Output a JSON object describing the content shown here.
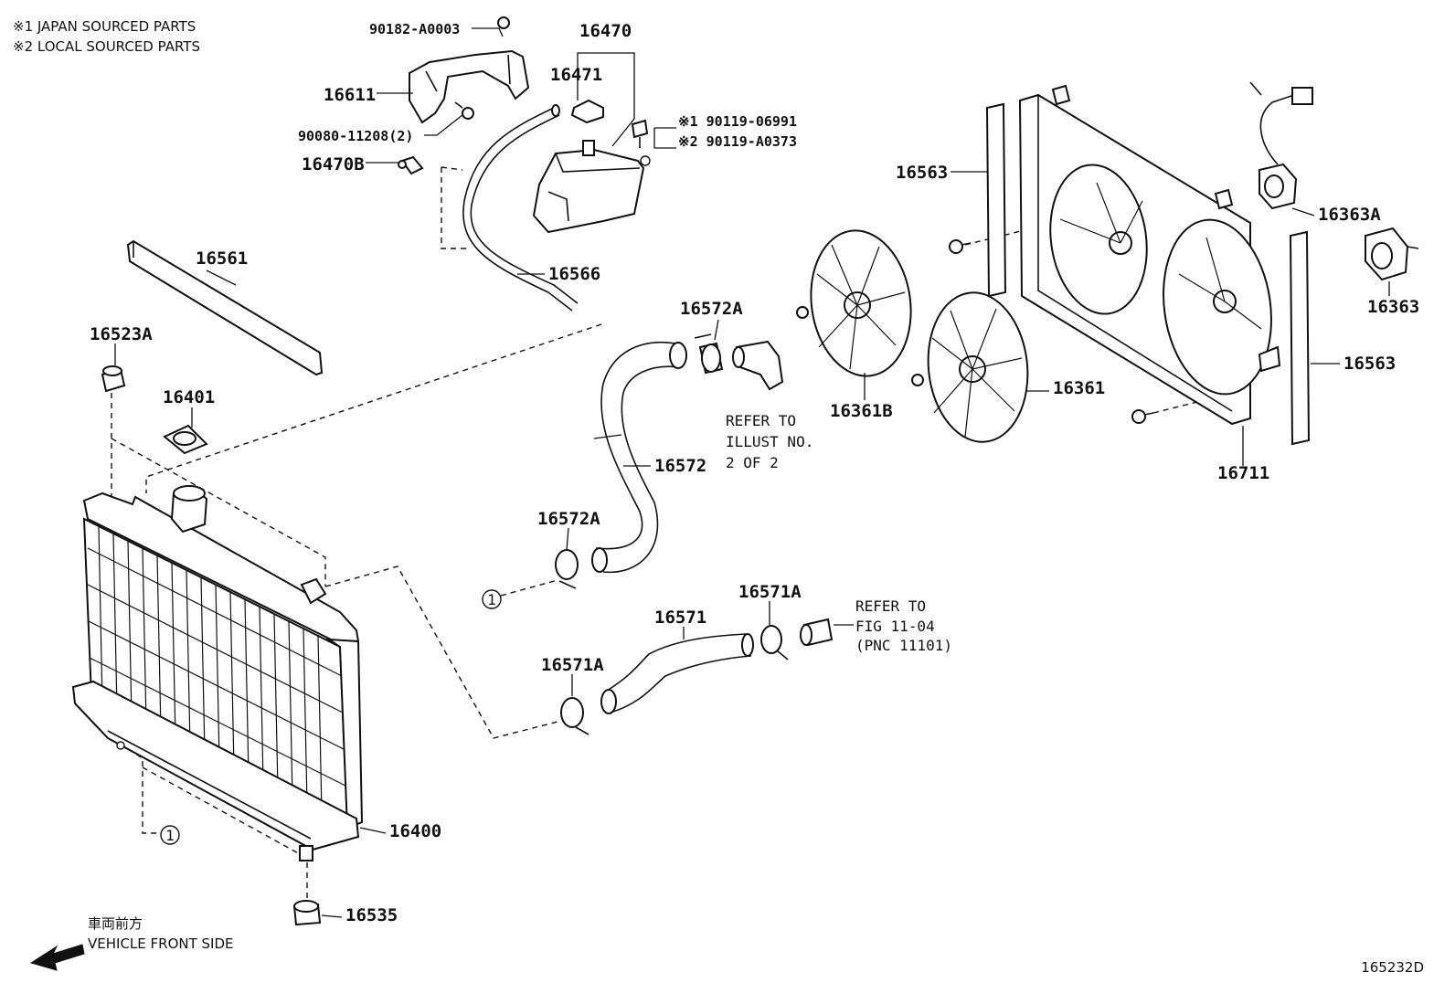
{
  "notes": {
    "japan_sourced": "※1 JAPAN SOURCED PARTS",
    "local_sourced": "※2 LOCAL SOURCED PARTS"
  },
  "labels": {
    "p90182": "90182-A0003",
    "p16470": "16470",
    "p16471": "16471",
    "p16611": "16611",
    "p90080": "90080-11208(2)",
    "p90119_1": "※1 90119-06991",
    "p90119_2": "※2 90119-A0373",
    "p16470B": "16470B",
    "p16561": "16561",
    "p16566": "16566",
    "p16523A": "16523A",
    "p16401": "16401",
    "p16572A_top": "16572A",
    "p16572": "16572",
    "p16572A_bot": "16572A",
    "p16571": "16571",
    "p16571A_top": "16571A",
    "p16571A_bot": "16571A",
    "p16400": "16400",
    "p16535": "16535",
    "p16563_left": "16563",
    "p16563_right": "16563",
    "p16363A": "16363A",
    "p16363": "16363",
    "p16361B": "16361B",
    "p16361": "16361",
    "p16711": "16711"
  },
  "refs": {
    "illust_line1": "REFER TO",
    "illust_line2": "ILLUST NO.",
    "illust_line3": "2 OF 2",
    "fig_line1": "REFER TO",
    "fig_line2": "FIG 11-04",
    "fig_line3": "(PNC 11101)"
  },
  "connector_marker": "1",
  "direction": {
    "japanese": "車両前方",
    "english": "VEHICLE FRONT SIDE"
  },
  "illustration_id": "165232D"
}
